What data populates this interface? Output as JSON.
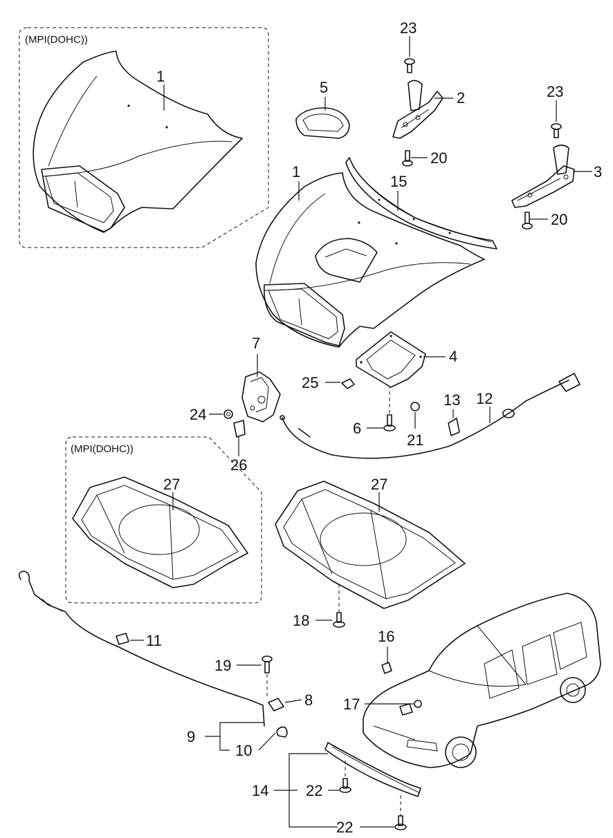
{
  "variant_boxes": [
    {
      "label": "(MPI(DOHC))"
    },
    {
      "label": "(MPI(DOHC))"
    }
  ],
  "callouts": [
    {
      "id": "c1a",
      "text": "1"
    },
    {
      "id": "c1b",
      "text": "1"
    },
    {
      "id": "c2",
      "text": "2"
    },
    {
      "id": "c3",
      "text": "3"
    },
    {
      "id": "c4",
      "text": "4"
    },
    {
      "id": "c5",
      "text": "5"
    },
    {
      "id": "c6",
      "text": "6"
    },
    {
      "id": "c7",
      "text": "7"
    },
    {
      "id": "c8",
      "text": "8"
    },
    {
      "id": "c9",
      "text": "9"
    },
    {
      "id": "c10",
      "text": "10"
    },
    {
      "id": "c11",
      "text": "11"
    },
    {
      "id": "c12",
      "text": "12"
    },
    {
      "id": "c13",
      "text": "13"
    },
    {
      "id": "c14",
      "text": "14"
    },
    {
      "id": "c15",
      "text": "15"
    },
    {
      "id": "c16",
      "text": "16"
    },
    {
      "id": "c17",
      "text": "17"
    },
    {
      "id": "c18",
      "text": "18"
    },
    {
      "id": "c19",
      "text": "19"
    },
    {
      "id": "c20a",
      "text": "20"
    },
    {
      "id": "c20b",
      "text": "20"
    },
    {
      "id": "c21",
      "text": "21"
    },
    {
      "id": "c22a",
      "text": "22"
    },
    {
      "id": "c22b",
      "text": "22"
    },
    {
      "id": "c23a",
      "text": "23"
    },
    {
      "id": "c23b",
      "text": "23"
    },
    {
      "id": "c24",
      "text": "24"
    },
    {
      "id": "c25",
      "text": "25"
    },
    {
      "id": "c26",
      "text": "26"
    },
    {
      "id": "c27a",
      "text": "27"
    },
    {
      "id": "c27b",
      "text": "27"
    }
  ]
}
